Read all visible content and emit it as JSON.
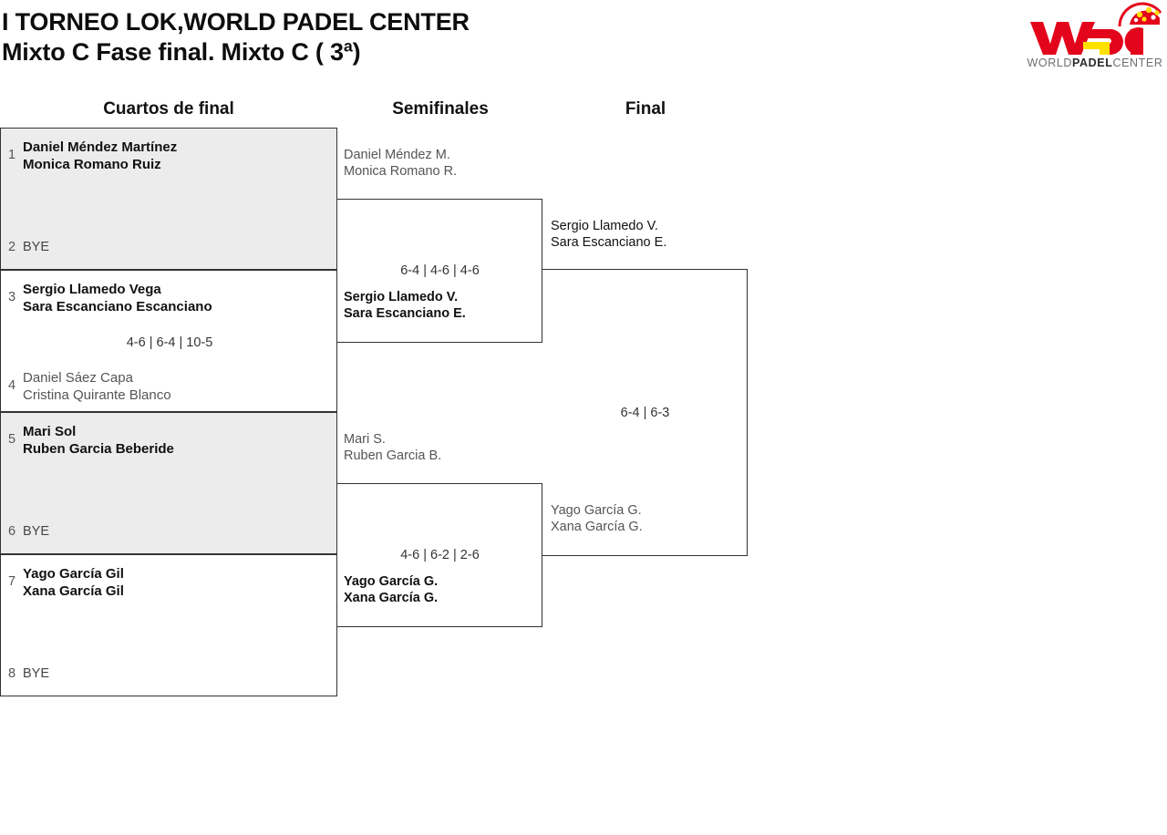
{
  "header": {
    "title_line1": "I TORNEO LOK,WORLD PADEL CENTER",
    "title_line2": "Mixto C Fase final. Mixto C ( 3ª)",
    "logo": {
      "mark_text": "WPC",
      "word_plain_1": "WORLD",
      "word_bold": "PADEL",
      "word_plain_2": "CENTER",
      "color_red": "#E3051B",
      "color_yellow": "#FFE100",
      "color_word_gray": "#6d6e71"
    }
  },
  "rounds": {
    "quarterfinals_label": "Cuartos de final",
    "semifinals_label": "Semifinales",
    "final_label": "Final"
  },
  "bracket": {
    "quarterfinals": [
      {
        "seed_top": "1",
        "team_top_p1": "Daniel Méndez Martínez",
        "team_top_p2": "Monica Romano Ruiz",
        "seed_bottom": "2",
        "team_bottom": "BYE",
        "score": ""
      },
      {
        "seed_top": "3",
        "team_top_p1": "Sergio Llamedo Vega",
        "team_top_p2": "Sara Escanciano Escanciano",
        "seed_bottom": "4",
        "team_bottom_p1": "Daniel Sáez Capa",
        "team_bottom_p2": "Cristina Quirante Blanco",
        "score": "4-6 | 6-4 | 10-5"
      },
      {
        "seed_top": "5",
        "team_top_p1": "Mari Sol",
        "team_top_p2": "Ruben Garcia Beberide",
        "seed_bottom": "6",
        "team_bottom": "BYE",
        "score": ""
      },
      {
        "seed_top": "7",
        "team_top_p1": "Yago García Gil",
        "team_top_p2": "Xana García Gil",
        "seed_bottom": "8",
        "team_bottom": "BYE",
        "score": ""
      }
    ],
    "semifinals": [
      {
        "team_top_p1": "Daniel Méndez M.",
        "team_top_p2": "Monica Romano R.",
        "team_bottom_p1": "Sergio Llamedo V.",
        "team_bottom_p2": "Sara Escanciano E.",
        "score": "6-4 | 4-6 | 4-6"
      },
      {
        "team_top_p1": "Mari S.",
        "team_top_p2": "Ruben Garcia B.",
        "team_bottom_p1": "Yago García G.",
        "team_bottom_p2": "Xana García G.",
        "score": "4-6 | 6-2 | 2-6"
      }
    ],
    "final": {
      "team_top_p1": "Sergio Llamedo V.",
      "team_top_p2": "Sara Escanciano E.",
      "team_bottom_p1": "Yago García G.",
      "team_bottom_p2": "Xana García G.",
      "score": "6-4 | 6-3"
    }
  }
}
